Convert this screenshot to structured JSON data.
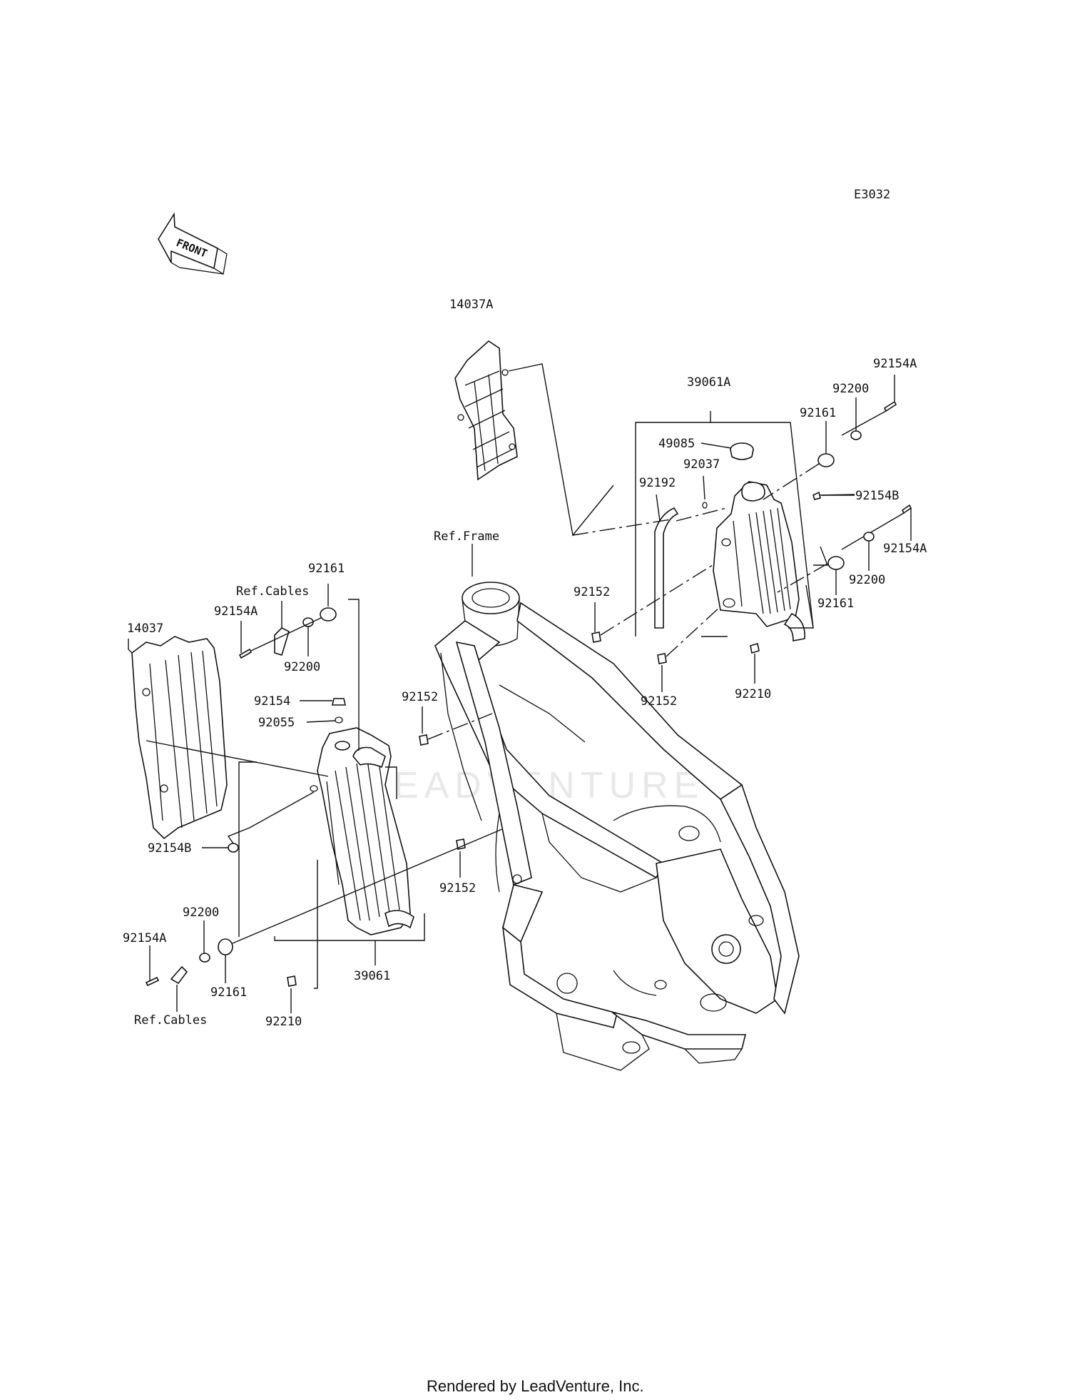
{
  "diagram_code": "E3032",
  "front_marker": "FRONT",
  "watermark": "LEADVENTURE",
  "footer": "Rendered by LeadVenture, Inc.",
  "refs": {
    "frame": "Ref.Frame",
    "cables_upper": "Ref.Cables",
    "cables_lower": "Ref.Cables"
  },
  "labels": {
    "p14037A": "14037A",
    "p39061A": "39061A",
    "p92154A_r1": "92154A",
    "p92200_r1": "92200",
    "p92161_r1": "92161",
    "p49085": "49085",
    "p92037": "92037",
    "p92192": "92192",
    "p92154B_r": "92154B",
    "p92154A_r2": "92154A",
    "p92200_r2": "92200",
    "p92161_r2": "92161",
    "p92152_c1": "92152",
    "p92152_c2": "92152",
    "p92210_r": "92210",
    "p92161_l1": "92161",
    "p92154A_l1": "92154A",
    "p92200_l1": "92200",
    "p14037": "14037",
    "p92154": "92154",
    "p92055": "92055",
    "p92152_l1": "92152",
    "p92154B_l": "92154B",
    "p92152_l2": "92152",
    "p92200_l2": "92200",
    "p92154A_l2": "92154A",
    "p92161_l2": "92161",
    "p39061": "39061",
    "p92210_l": "92210"
  }
}
